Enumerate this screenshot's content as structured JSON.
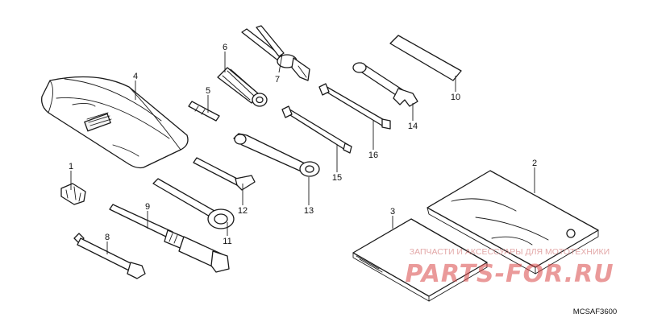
{
  "callouts": {
    "n1": "1",
    "n2": "2",
    "n3": "3",
    "n4": "4",
    "n5": "5",
    "n6": "6",
    "n7": "7",
    "n8": "8",
    "n9": "9",
    "n10": "10",
    "n11": "11",
    "n12": "12",
    "n13": "13",
    "n14": "14",
    "n15": "15",
    "n16": "16"
  },
  "watermark": {
    "tagline": "ЗАПЧАСТИ И АКСЕССУАРЫ ДЛЯ МОТОТЕХНИКИ",
    "brand": "PARTS-FOR.RU",
    "color": "#d94848"
  },
  "diagram_code": "MCSAF3600"
}
